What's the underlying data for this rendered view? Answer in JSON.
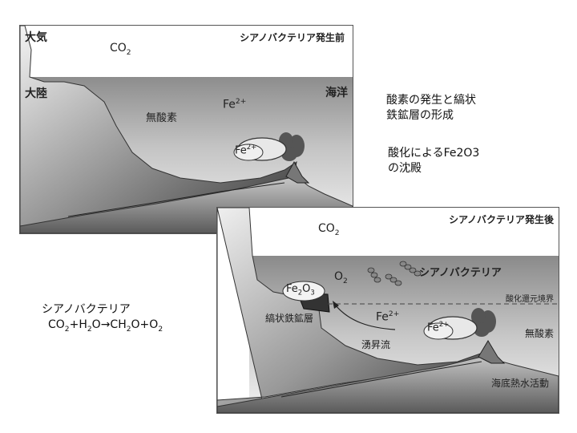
{
  "before": {
    "panel_title": "シアノバクテリア発生前",
    "atmosphere_label": "大気",
    "co2_label": "CO",
    "co2_sub": "2",
    "continent_label": "大陸",
    "ocean_label": "海洋",
    "no_oxygen_label": "無酸素",
    "fe_label": "Fe",
    "fe_charge": "2+",
    "plume_fe_label": "Fe",
    "plume_fe_charge": "2+"
  },
  "after": {
    "panel_title": "シアノバクテリア発生後",
    "co2_label": "CO",
    "co2_sub": "2",
    "o2_label": "O",
    "o2_sub": "2",
    "cyano_label": "シアノバクテリア",
    "fe2o3_a": "Fe",
    "fe2o3_sub1": "2",
    "fe2o3_b": "O",
    "fe2o3_sub2": "3",
    "redox_boundary_label": "酸化還元境界",
    "bif_label": "縞状鉄鉱層",
    "fe_label": "Fe",
    "fe_charge": "2+",
    "plume_fe_label": "Fe",
    "plume_fe_charge": "2+",
    "upwelling_label": "湧昇流",
    "no_oxygen_label": "無酸素",
    "hydrothermal_label": "海底熱水活動"
  },
  "notes": {
    "note1_line1": "酸素の発生と縞状",
    "note1_line2": "鉄鉱層の形成",
    "note2_line1": "酸化によるFe2O3",
    "note2_line2": "の沈殿",
    "reaction_title": "シアノバクテリア",
    "reaction": {
      "a": "CO",
      "a_sub": "2",
      "b": "+H",
      "b_sub": "2",
      "c": "O",
      "arrow": "→",
      "d": "CH",
      "d_sub": "2",
      "e": "O+O",
      "e_sub": "2"
    }
  }
}
